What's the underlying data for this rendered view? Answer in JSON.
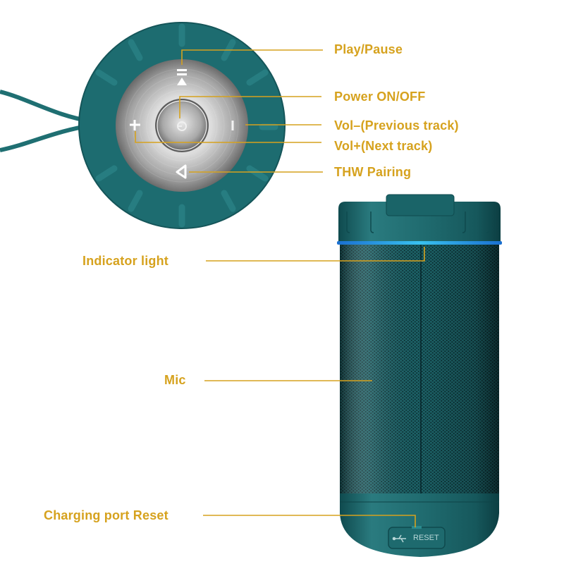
{
  "colors": {
    "accent": "#d6a21e",
    "teal_body": "#1f6f72",
    "teal_dark": "#154f53",
    "indicator_blue": "#2aa8e8",
    "silver": "#c9c9c9",
    "background": "#ffffff"
  },
  "top_view": {
    "icons": {
      "play_pause": "play-pause-icon",
      "power": "power-icon",
      "vol_minus": "minus-icon",
      "vol_plus": "plus-icon",
      "pairing": "triangle-pairing-icon"
    }
  },
  "labels": {
    "play_pause": "Play/Pause",
    "power": "Power ON/OFF",
    "vol_minus": "Vol–(Previous track)",
    "vol_plus": "Vol+(Next track)",
    "pairing": "THW Pairing",
    "indicator": "Indicator light",
    "mic": "Mic",
    "charging": "Charging port Reset"
  },
  "port_cover": {
    "usb_icon": "usb-icon",
    "text": "RESET"
  }
}
